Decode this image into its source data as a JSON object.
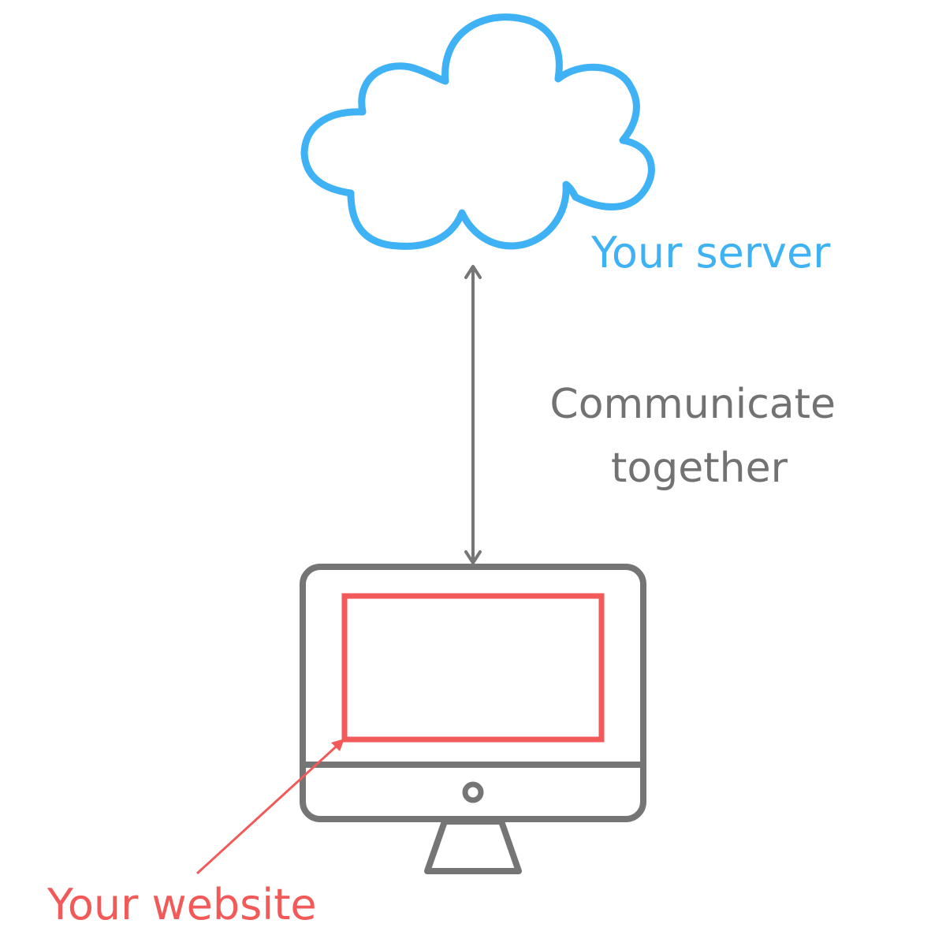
{
  "labels": {
    "server": "Your server",
    "communicate_line1": "Communicate",
    "communicate_line2": "together",
    "website": "Your website"
  },
  "colors": {
    "server": "#3fb1f5",
    "arrow": "#767676",
    "monitor": "#757575",
    "website": "#f25a5a",
    "text_gray": "#727272",
    "background": "#ffffff"
  },
  "icons": {
    "server": "cloud-icon",
    "client": "desktop-monitor-icon"
  }
}
